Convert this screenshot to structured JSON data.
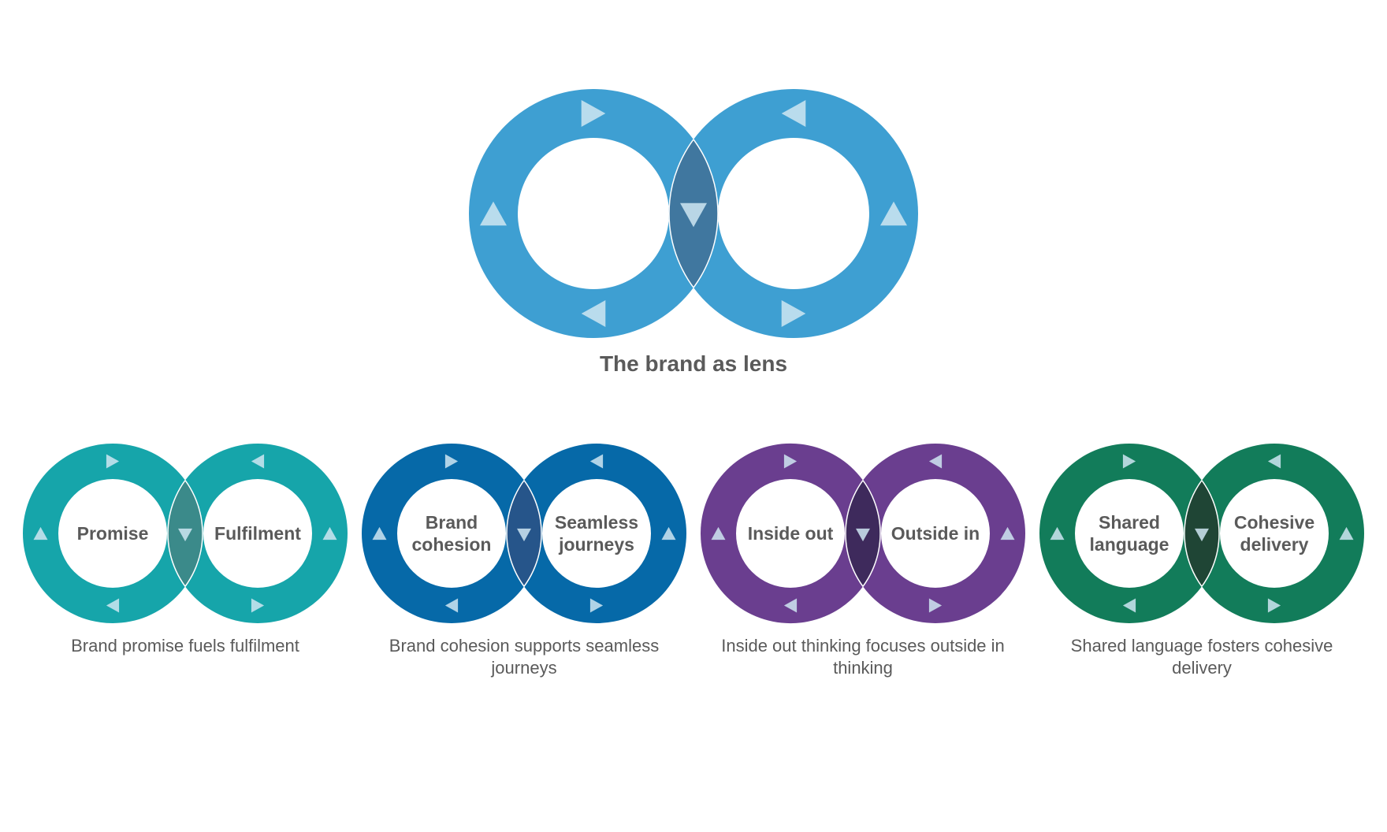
{
  "main": {
    "title": "The brand as lens",
    "color": "#3e9fd2",
    "overlap_color": "#40779f"
  },
  "pairs": [
    {
      "left_lines": [
        "Promise"
      ],
      "right_lines": [
        "Fulfilment"
      ],
      "caption": "Brand promise fuels fulfilment",
      "color": "#16a5aa",
      "overlap_color": "#3b8a8a"
    },
    {
      "left_lines": [
        "Brand",
        "cohesion"
      ],
      "right_lines": [
        "Seamless",
        "journeys"
      ],
      "caption": "Brand cohesion supports seamless journeys",
      "color": "#0669a8",
      "overlap_color": "#26558a"
    },
    {
      "left_lines": [
        "Inside out"
      ],
      "right_lines": [
        "Outside in"
      ],
      "caption": "Inside out thinking focuses outside in thinking",
      "color": "#6a3e8f",
      "overlap_color": "#3e2a5c"
    },
    {
      "left_lines": [
        "Shared",
        "language"
      ],
      "right_lines": [
        "Cohesive",
        "delivery"
      ],
      "caption": "Shared language fosters cohesive delivery",
      "color": "#127c5a",
      "overlap_color": "#1f4535"
    }
  ]
}
